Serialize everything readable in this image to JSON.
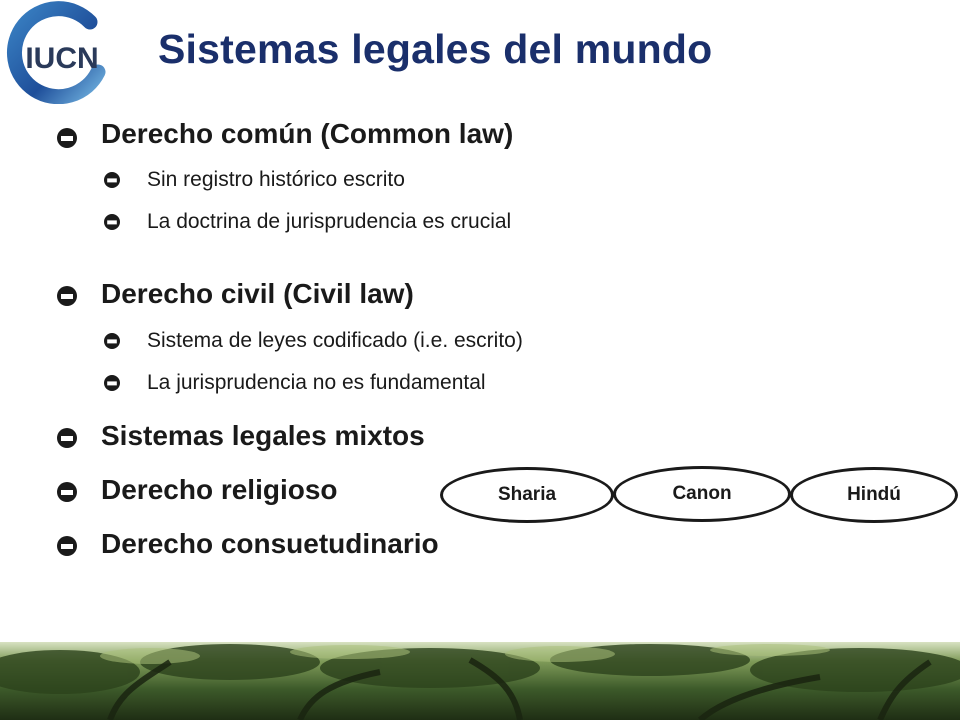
{
  "logo": {
    "text": "IUCN"
  },
  "slide": {
    "title": "Sistemas legales del mundo",
    "bullets": [
      {
        "label": "Derecho común (Common law)",
        "sub": [
          "Sin registro histórico escrito",
          "La doctrina de jurisprudencia es crucial"
        ]
      },
      {
        "label": "Derecho civil (Civil law)",
        "sub": [
          "Sistema de leyes codificado (i.e. escrito)",
          "La jurisprudencia no es fundamental"
        ]
      },
      {
        "label": "Sistemas legales mixtos"
      },
      {
        "label": "Derecho religioso"
      },
      {
        "label": "Derecho consuetudinario"
      }
    ],
    "religious_types": [
      "Sharia",
      "Canon",
      "Hindú"
    ]
  },
  "colors": {
    "title": "#1a2f6b",
    "text": "#1a1a1a",
    "logo_blue": "#1f4f9a",
    "forest": "#3d5a2a"
  }
}
